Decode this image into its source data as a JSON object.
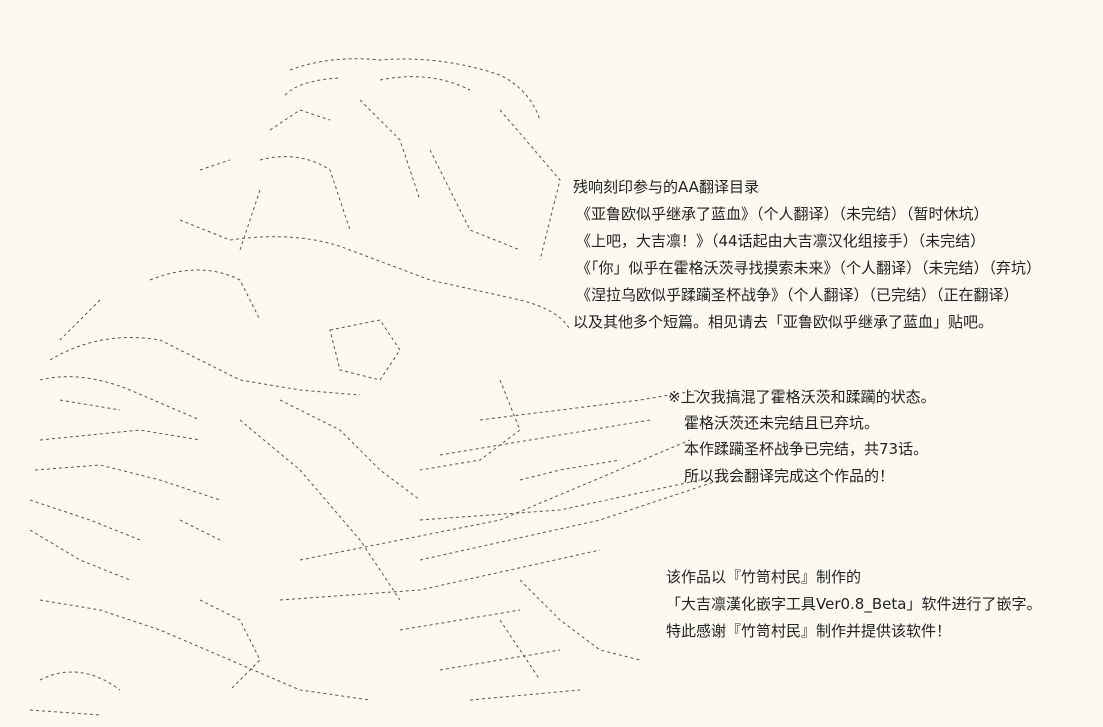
{
  "catalog": {
    "heading": "残响刻印参与的AA翻译目录",
    "items": [
      "《亚鲁欧似乎继承了蓝血》（个人翻译）（未完结）（暂时休坑）",
      "《上吧，大吉凛！》（44话起由大吉凛汉化组接手）（未完结）",
      "《「你」似乎在霍格沃茨寻找摸索未来》（个人翻译）（未完结）（弃坑）",
      "《涅拉乌欧似乎蹂躏圣杯战争》（个人翻译）（已完结）（正在翻译）"
    ],
    "footer": "以及其他多个短篇。相见请去「亚鲁欧似乎继承了蓝血」贴吧。"
  },
  "note": [
    "※上次我搞混了霍格沃茨和蹂躏的状态。",
    "霍格沃茨还未完结且已弃坑。",
    "本作蹂躏圣杯战争已完结，共73话。",
    "所以我会翻译完成这个作品的！"
  ],
  "credits": [
    "该作品以『竹笥村民』制作的",
    "「大吉凛漢化嵌字工具Ver0.8_Beta」软件进行了嵌字。",
    "特此感谢『竹笥村民』制作并提供该软件！"
  ],
  "art_label": "ascii-art-character-with-sword"
}
